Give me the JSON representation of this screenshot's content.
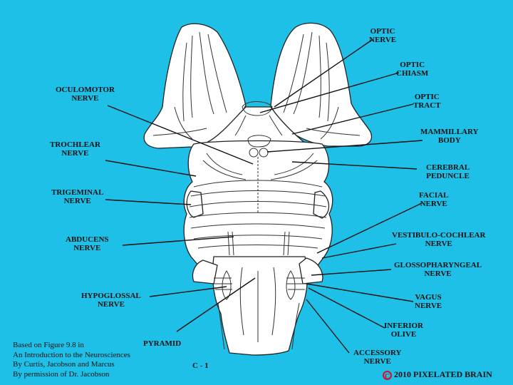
{
  "labels": {
    "optic_nerve": [
      "OPTIC",
      "NERVE"
    ],
    "optic_chiasm": [
      "OPTIC",
      "CHIASM"
    ],
    "optic_tract": [
      "OPTIC",
      "TRACT"
    ],
    "mammillary_body": [
      "MAMMILLARY",
      "BODY"
    ],
    "cerebral_peduncle": [
      "CEREBRAL",
      "PEDUNCLE"
    ],
    "facial_nerve": [
      "FACIAL",
      "NERVE"
    ],
    "vestibulo_cochlear_nerve": [
      "VESTIBULO-COCHLEAR",
      "NERVE"
    ],
    "glossopharyngeal_nerve": [
      "GLOSSOPHARYNGEAL",
      "NERVE"
    ],
    "vagus_nerve": [
      "VAGUS",
      "NERVE"
    ],
    "inferior_olive": [
      "INFERIOR",
      "OLIVE"
    ],
    "accessory_nerve": [
      "ACCESSORY",
      "NERVE"
    ],
    "oculomotor_nerve": [
      "OCULOMOTOR",
      "NERVE"
    ],
    "trochlear_nerve": [
      "TROCHLEAR",
      "NERVE"
    ],
    "trigeminal_nerve": [
      "TRIGEMINAL",
      "NERVE"
    ],
    "abducens_nerve": [
      "ABDUCENS",
      "NERVE"
    ],
    "hypoglossal_nerve": [
      "HYPOGLOSSAL",
      "NERVE"
    ],
    "pyramid": [
      "PYRAMID"
    ],
    "c1": [
      "C - 1"
    ]
  },
  "credit": [
    "Based on Figure 9.8 in",
    "An Introduction to the Neurosciences",
    "By Curtis, Jacobson and Marcus",
    "By permission of Dr. Jacobson"
  ],
  "copyright": {
    "symbol": "C",
    "text": "2010  PIXELATED BRAIN"
  },
  "colors": {
    "background": "#1ec0e8",
    "drawing_fill": "#ffffff",
    "line": "#111111",
    "copyright_mark": "#d2102a"
  }
}
